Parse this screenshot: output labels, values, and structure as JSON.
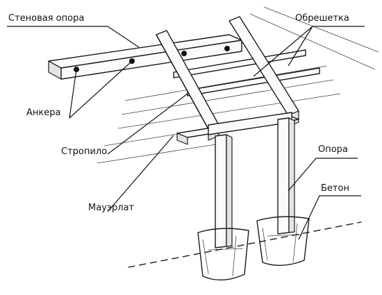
{
  "labels": {
    "wall_support": "Стеновая опора",
    "battens": "Обрешетка",
    "anchors": "Анкера",
    "rafter": "Стропило",
    "mauerlat": "Мауэрлат",
    "post": "Опора",
    "concrete": "Бетон"
  },
  "colors": {
    "ink": "#1a1a1a",
    "background": "#ffffff"
  }
}
